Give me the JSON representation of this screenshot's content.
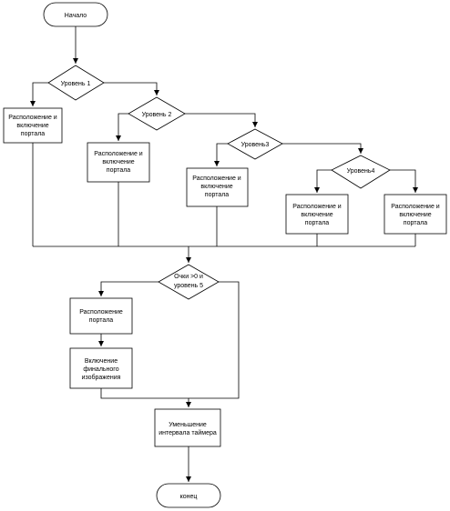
{
  "start": "Начало",
  "end": "конец",
  "decisions": {
    "level1": "Уровень 1",
    "level2": "Уровень 2",
    "level3": "Уровень3",
    "level4": "Уровень4",
    "level5_line1": "Очки >0 и",
    "level5_line2": "уровень 5"
  },
  "boxes": {
    "place_line1": "Расположение и",
    "place_line2": "включение",
    "place_line3": "портала",
    "place_only_line1": "Расположение",
    "place_only_line2": "портала",
    "final_line1": "Включение",
    "final_line2": "финального",
    "final_line3": "изображения",
    "reduce_line1": "Уменьшение",
    "reduce_line2": "интервала таймера"
  }
}
